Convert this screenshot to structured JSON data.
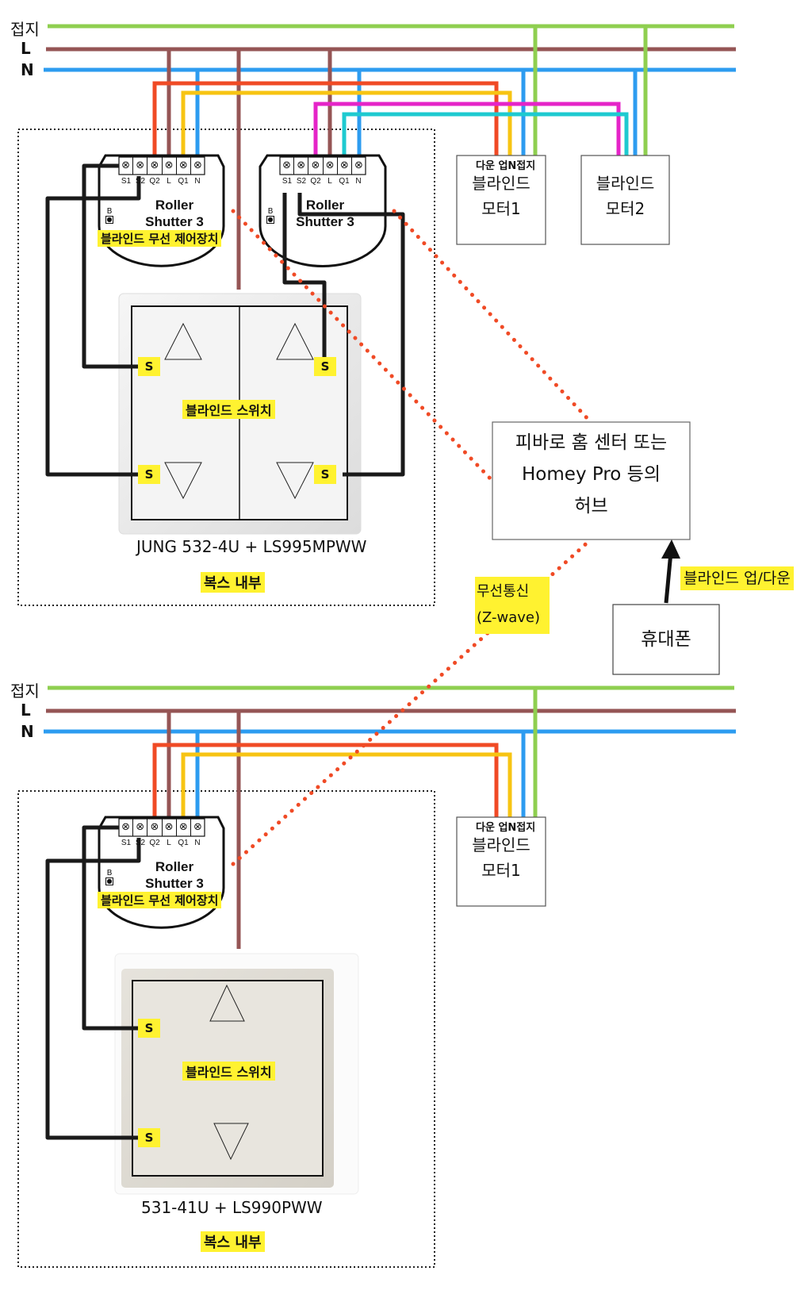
{
  "colors": {
    "ground": "#8fcf50",
    "live": "#955555",
    "neutral": "#2d9cf0",
    "down_wire": "#f04a25",
    "up_wire": "#f7c413",
    "down_wire_2": "#e524c8",
    "up_wire_2": "#1ecad0",
    "switch_wire": "#1a1a1a",
    "zwave_dots": "#f04a25",
    "highlight": "#fff230"
  },
  "rails": {
    "ground": "접지",
    "live": "L",
    "neutral": "N"
  },
  "top_section": {
    "roller_shutter_1": {
      "title_line1": "Roller",
      "title_line2": "Shutter 3",
      "terminals": [
        "S1",
        "S2",
        "Q2",
        "L",
        "Q1",
        "N"
      ],
      "button_label": "B",
      "caption": "블라인드 무선 제어장치"
    },
    "roller_shutter_2": {
      "title_line1": "Roller",
      "title_line2": "Shutter 3",
      "terminals": [
        "S1",
        "S2",
        "Q2",
        "L",
        "Q1",
        "N"
      ],
      "button_label": "B"
    },
    "motor_1": {
      "terminal_labels": "다운 업N접지",
      "name_line1": "블라인드",
      "name_line2": "모터1"
    },
    "motor_2": {
      "name_line1": "블라인드",
      "name_line2": "모터2"
    },
    "switch": {
      "label": "블라인드 스위치",
      "terminal": "S",
      "model": "JUNG 532-4U + LS995MPWW"
    },
    "box_label": "복스 내부"
  },
  "hub": {
    "line1": "피바로 홈 센터 또는",
    "line2": "Homey Pro 등의",
    "line3": "허브"
  },
  "wireless_label": {
    "line1": "무선통신",
    "line2": "(Z-wave)"
  },
  "phone": {
    "label": "휴대폰",
    "arrow_label": "블라인드 업/다운"
  },
  "bottom_section": {
    "roller_shutter": {
      "title_line1": "Roller",
      "title_line2": "Shutter 3",
      "terminals": [
        "S1",
        "S2",
        "Q2",
        "L",
        "Q1",
        "N"
      ],
      "button_label": "B",
      "caption": "블라인드 무선 제어장치"
    },
    "motor_1": {
      "terminal_labels": "다운 업N접지",
      "name_line1": "블라인드",
      "name_line2": "모터1"
    },
    "switch": {
      "label": "블라인드 스위치",
      "terminal": "S",
      "model": "531-41U + LS990PWW"
    },
    "box_label": "복스 내부"
  }
}
